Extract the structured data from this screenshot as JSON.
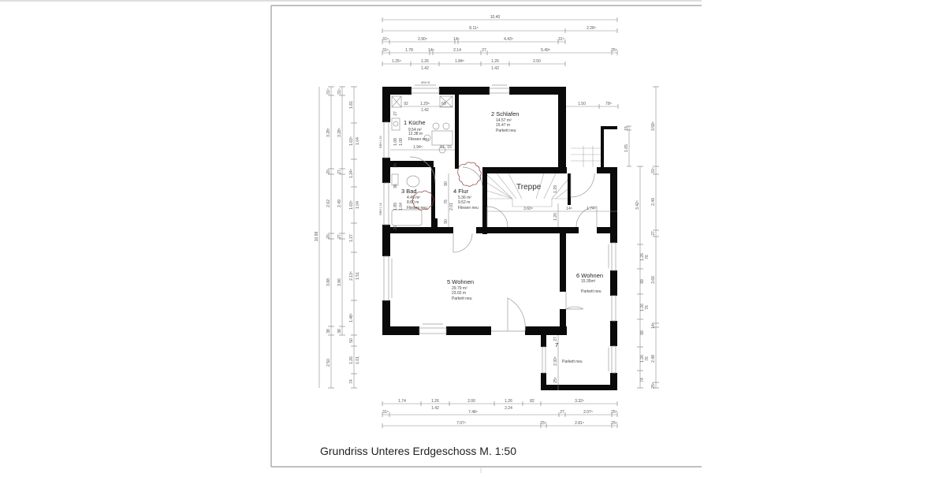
{
  "drawing": {
    "title": "Grundriss Unteres Erdgeschoss M. 1:50",
    "frame_color": "#9a9a9a",
    "wall_color": "#0a0a0a",
    "revision_cloud_color": "#8a3b3b"
  },
  "rooms": [
    {
      "id": "1",
      "name": "1  Küche",
      "area": "9.54 m²",
      "perimeter": "12.38 m",
      "floor": "Fliesen neu"
    },
    {
      "id": "2",
      "name": "2  Schlafen",
      "area": "14.57 m²",
      "perimeter": "15.47 m",
      "floor": "Parkett neu"
    },
    {
      "id": "3",
      "name": "3  Bad",
      "area": "4.40 m²",
      "perimeter": "8.60 m",
      "floor": "Fliesen neu"
    },
    {
      "id": "4",
      "name": "4  Flur",
      "area": "5.36 m²",
      "perimeter": "9.52 m",
      "floor": "Fliesen neu"
    },
    {
      "id": "5",
      "name": "5  Wohnen",
      "area": "29.79 m²",
      "perimeter": "23.02 m",
      "floor": "Parkett neu"
    },
    {
      "id": "6",
      "name": "6  Wohnen",
      "area": "15.35m²",
      "perimeter": "",
      "floor": "Parkett neu"
    },
    {
      "id": "7",
      "name": "7",
      "area": "",
      "perimeter": "",
      "floor": "Parkett neu"
    },
    {
      "id": "treppe",
      "name": "Treppe"
    }
  ],
  "dimensions": {
    "top": {
      "row1": [
        "10.40"
      ],
      "row2": [
        "8.11⁵",
        "2.28⁵"
      ],
      "row3": [
        "31⁵",
        "2.90⁵",
        "14⁵",
        "4.43⁵",
        "31⁵"
      ],
      "row4": [
        "31⁵",
        "1.78",
        "14⁵",
        "2.14",
        "27",
        "5.49⁵",
        "25⁵"
      ],
      "row5": [
        "1.25⁵",
        "1.26",
        "1.42",
        "1.84⁵",
        "1.26",
        "1.42",
        "2.50"
      ]
    },
    "bottom": {
      "row1": [
        "1.74",
        "1.26",
        "1.42",
        "2.00",
        "1.26",
        "2.24",
        "82",
        "3.32⁵"
      ],
      "row2": [
        "31⁵",
        "7.48⁵",
        "27",
        "2.07⁵",
        "25⁵"
      ],
      "row3": [
        "7.07⁵",
        "25⁵",
        "2.81⁵",
        "25⁵"
      ]
    },
    "left": {
      "outer": "10.99",
      "col2": [
        "31⁵",
        "3.28⁵",
        "20",
        "2.62",
        "20",
        "3.88",
        "38",
        "2.50"
      ],
      "col3": [
        "31⁵",
        "3.28⁵",
        "27",
        "2.49",
        "27",
        "3.86",
        "38"
      ],
      "col4": [
        "1.81",
        "1.63⁵",
        "1.24⁵",
        "1.63⁵",
        "1.27",
        "2.13⁵",
        "1.48⁵",
        "50",
        "1.26",
        "74"
      ],
      "col5": [
        "1.04",
        "1.04",
        "1.51",
        "1.01"
      ],
      "wall_labels": [
        "BRH 1.20",
        "BRH 1.18"
      ]
    },
    "right": {
      "col1": [
        "1.50",
        "78⁵",
        "15",
        "1.65"
      ],
      "col2": [
        "3.42⁵",
        "1.26",
        "76",
        "99",
        "1.26",
        "76",
        "99",
        "1.26",
        "76",
        "74"
      ],
      "col3": [
        "3.59⁵",
        "31⁵",
        "2.49",
        "27",
        "3.66",
        "14⁵",
        "2.48",
        "25⁵"
      ]
    },
    "interior": {
      "kueche": [
        "92",
        "1.29⁵",
        "69",
        "1.42",
        "1.94⁵",
        "61",
        "15",
        "27",
        "1.08",
        "1.08"
      ],
      "bad": [
        "96",
        "1.89",
        "1.04",
        "26",
        "29"
      ],
      "flur": [
        "90",
        "76",
        "2.01",
        "90"
      ],
      "treppe": [
        "3.60⁵",
        "14⁵",
        "1.74⁵",
        "1.29",
        "1.20"
      ],
      "room7": [
        "27",
        "2.30⁵",
        "25⁵"
      ],
      "window_label_top": "BRH 92"
    }
  }
}
